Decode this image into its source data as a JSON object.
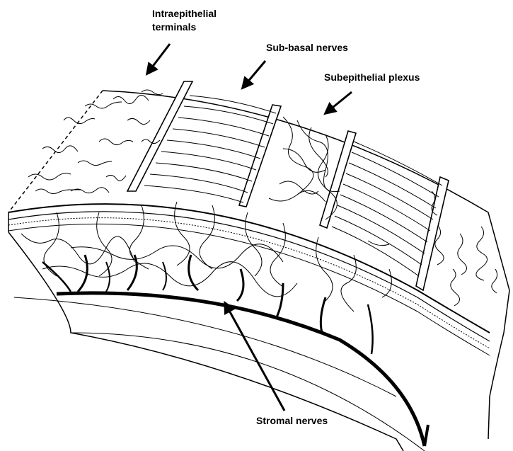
{
  "labels": {
    "intraepithelial_line1": "Intraepithelial",
    "intraepithelial_line2": "terminals",
    "subbasal": "Sub-basal nerves",
    "subepithelial": "Subepithelial plexus",
    "stromal": "Stromal nerves"
  },
  "colors": {
    "ink": "#000000",
    "paper": "#ffffff"
  }
}
